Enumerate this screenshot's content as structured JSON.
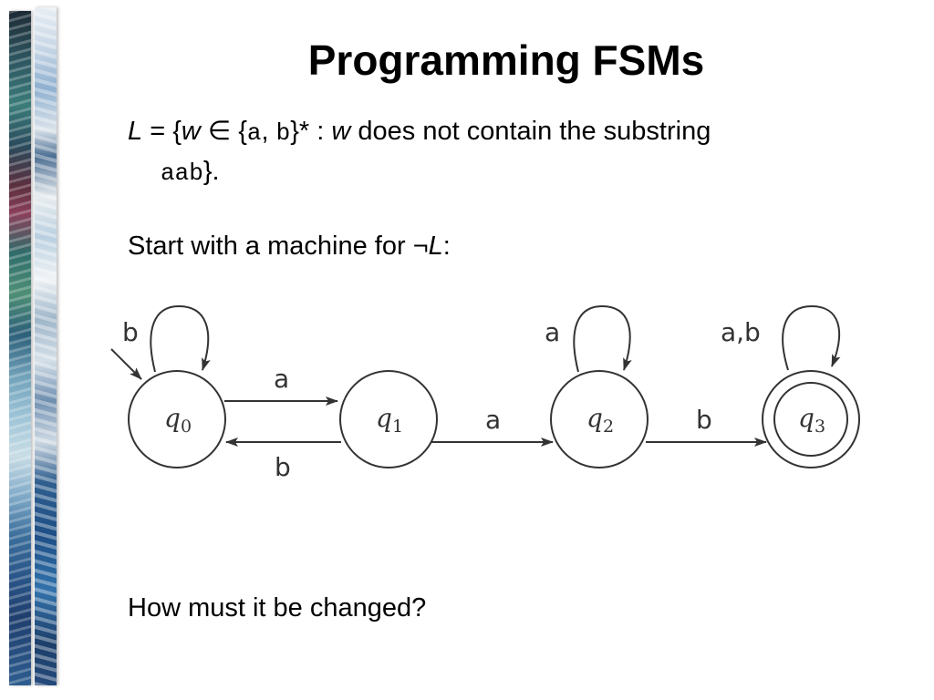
{
  "slide": {
    "title": "Programming FSMs",
    "definition": {
      "lang": "L",
      "eq": " = {",
      "var": "w",
      "in": " ∈ {",
      "alpha_a": "a",
      "comma": ", ",
      "alpha_b": "b",
      "star": "}* : ",
      "var2": "w",
      "rest": " does not contain the substring",
      "substring": "aab",
      "end": "}."
    },
    "start": {
      "text": "Start with a machine for ",
      "neg": "¬",
      "lang": "L",
      "colon": ":"
    },
    "question": "How must it be changed?"
  },
  "fsm": {
    "states": [
      {
        "id": "q0",
        "name": "q",
        "sub": "0",
        "start": true,
        "accept": false
      },
      {
        "id": "q1",
        "name": "q",
        "sub": "1",
        "start": false,
        "accept": false
      },
      {
        "id": "q2",
        "name": "q",
        "sub": "2",
        "start": false,
        "accept": false
      },
      {
        "id": "q3",
        "name": "q",
        "sub": "3",
        "start": false,
        "accept": true
      }
    ],
    "transitions": [
      {
        "from": "q0",
        "to": "q0",
        "label": "b"
      },
      {
        "from": "q0",
        "to": "q1",
        "label": "a"
      },
      {
        "from": "q1",
        "to": "q0",
        "label": "b"
      },
      {
        "from": "q1",
        "to": "q2",
        "label": "a"
      },
      {
        "from": "q2",
        "to": "q2",
        "label": "a"
      },
      {
        "from": "q2",
        "to": "q3",
        "label": "b"
      },
      {
        "from": "q3",
        "to": "q3",
        "label": "a,b"
      }
    ]
  }
}
